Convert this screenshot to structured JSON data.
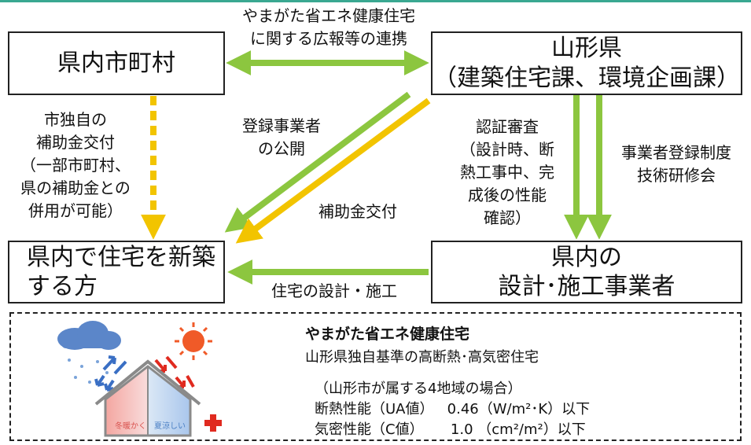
{
  "boxes": {
    "municipalities": "県内市町村",
    "yamagata_line1": "山形県",
    "yamagata_line2": "（建築住宅課、環境企画課）",
    "builder_line1": "県内で住宅を新築",
    "builder_line2": "する方",
    "contractors_line1": "県内の",
    "contractors_line2": "設計･施工事業者"
  },
  "labels": {
    "liaison_line1": "やまがた省エネ健康住宅",
    "liaison_line2": "に関する広報等の連携",
    "muni_subsidy_lines": [
      "市独自の",
      "補助金交付",
      "（一部市町村、",
      "県の補助金との",
      "併用が可能）"
    ],
    "publish_line1": "登録事業者",
    "publish_line2": "の公開",
    "subsidy": "補助金交付",
    "cert_lines": [
      "認証審査",
      "（設計時、断",
      "熱工事中、完",
      "成後の性能",
      "確認）"
    ],
    "registration_line1": "事業者登録制度",
    "registration_line2": "技術研修会",
    "design": "住宅の設計・施工"
  },
  "info": {
    "title": "やまがた省エネ健康住宅",
    "subtitle": "山形県独自基準の高断熱･高気密住宅",
    "case": "（山形市が属する4地域の場合）",
    "ua_label": "断熱性能（UA値）",
    "ua_value": "0.46（W/m²･K）以下",
    "c_label": "気密性能（C値）",
    "c_value": "1.0 （cm²/m²）以下",
    "house_warm": "冬暖かく",
    "house_cool": "夏涼しい"
  },
  "colors": {
    "green": "#8cc63f",
    "yellow": "#f2c400",
    "yellow_dashed": "#f2c400",
    "border": "#222222",
    "accent_line": "#3aa891",
    "red": "#e02a1f",
    "blue": "#3a6fc4"
  }
}
